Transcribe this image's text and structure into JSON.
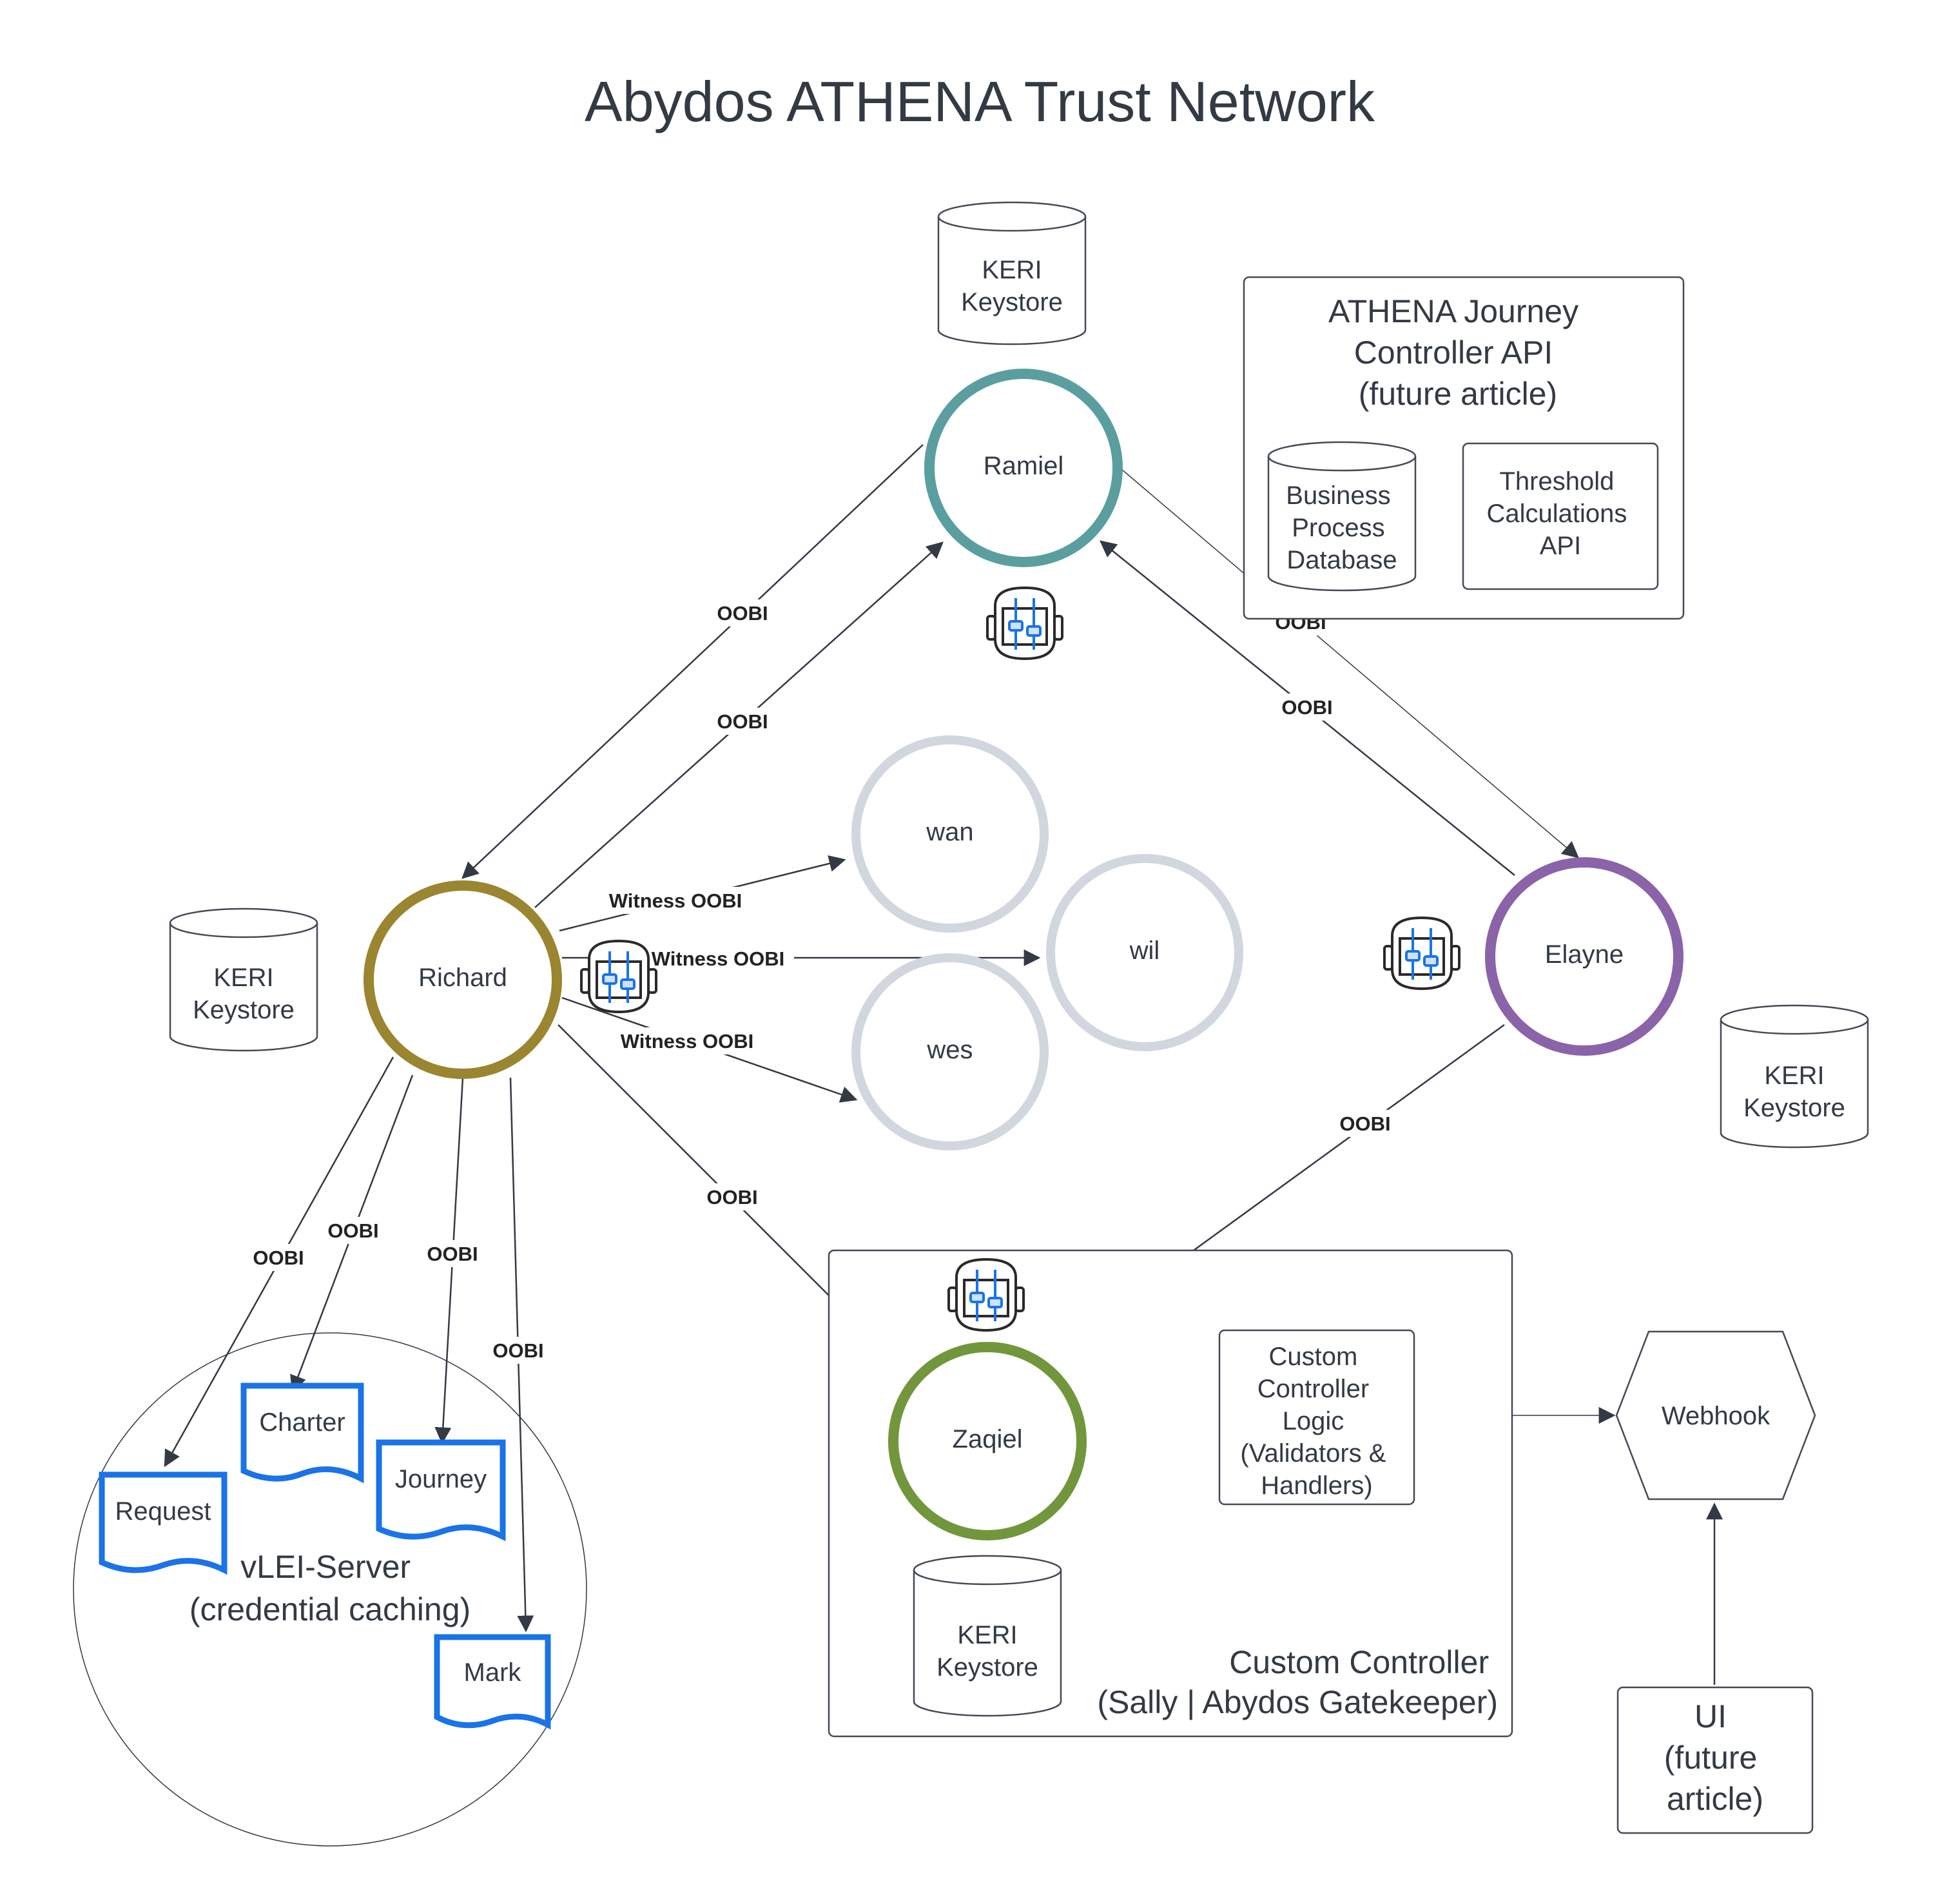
{
  "title": "Abydos ATHENA Trust Network",
  "nodes": {
    "ramiel": "Ramiel",
    "richard": "Richard",
    "elayne": "Elayne",
    "zaqiel": "Zaqiel",
    "wan": "wan",
    "wil": "wil",
    "wes": "wes"
  },
  "node_colors": {
    "ramiel": "#5a9ea0",
    "richard": "#9a8530",
    "elayne": "#8a63a8",
    "zaqiel": "#72963c",
    "witness": "#d2d6de"
  },
  "keystores": {
    "top": [
      "KERI",
      "Keystore"
    ],
    "left": [
      "KERI",
      "Keystore"
    ],
    "right": [
      "KERI",
      "Keystore"
    ],
    "bottom": [
      "KERI",
      "Keystore"
    ]
  },
  "athena_api": {
    "title": [
      "ATHENA Journey",
      "Controller API",
      "(future article)"
    ],
    "db": [
      "Business",
      "Process",
      "Database"
    ],
    "threshold": [
      "Threshold",
      "Calculations",
      "API"
    ]
  },
  "vlei_server": {
    "title": [
      "vLEI-Server",
      "(credential caching)"
    ],
    "docs": [
      "Request",
      "Charter",
      "Journey",
      "Mark"
    ]
  },
  "custom_controller": {
    "title": [
      "Custom Controller",
      "(Sally | Abydos Gatekeeper)"
    ],
    "logic": [
      "Custom",
      "Controller",
      "Logic",
      "(Validators &",
      "Handlers)"
    ]
  },
  "webhook": "Webhook",
  "ui": [
    "UI",
    "(future",
    "article)"
  ],
  "edge_labels": {
    "oobi": "OOBI",
    "witness_oobi": "Witness OOBI"
  },
  "icons": [
    "robot-icon-ramiel",
    "robot-icon-richard",
    "robot-icon-elayne",
    "robot-icon-zaqiel"
  ]
}
